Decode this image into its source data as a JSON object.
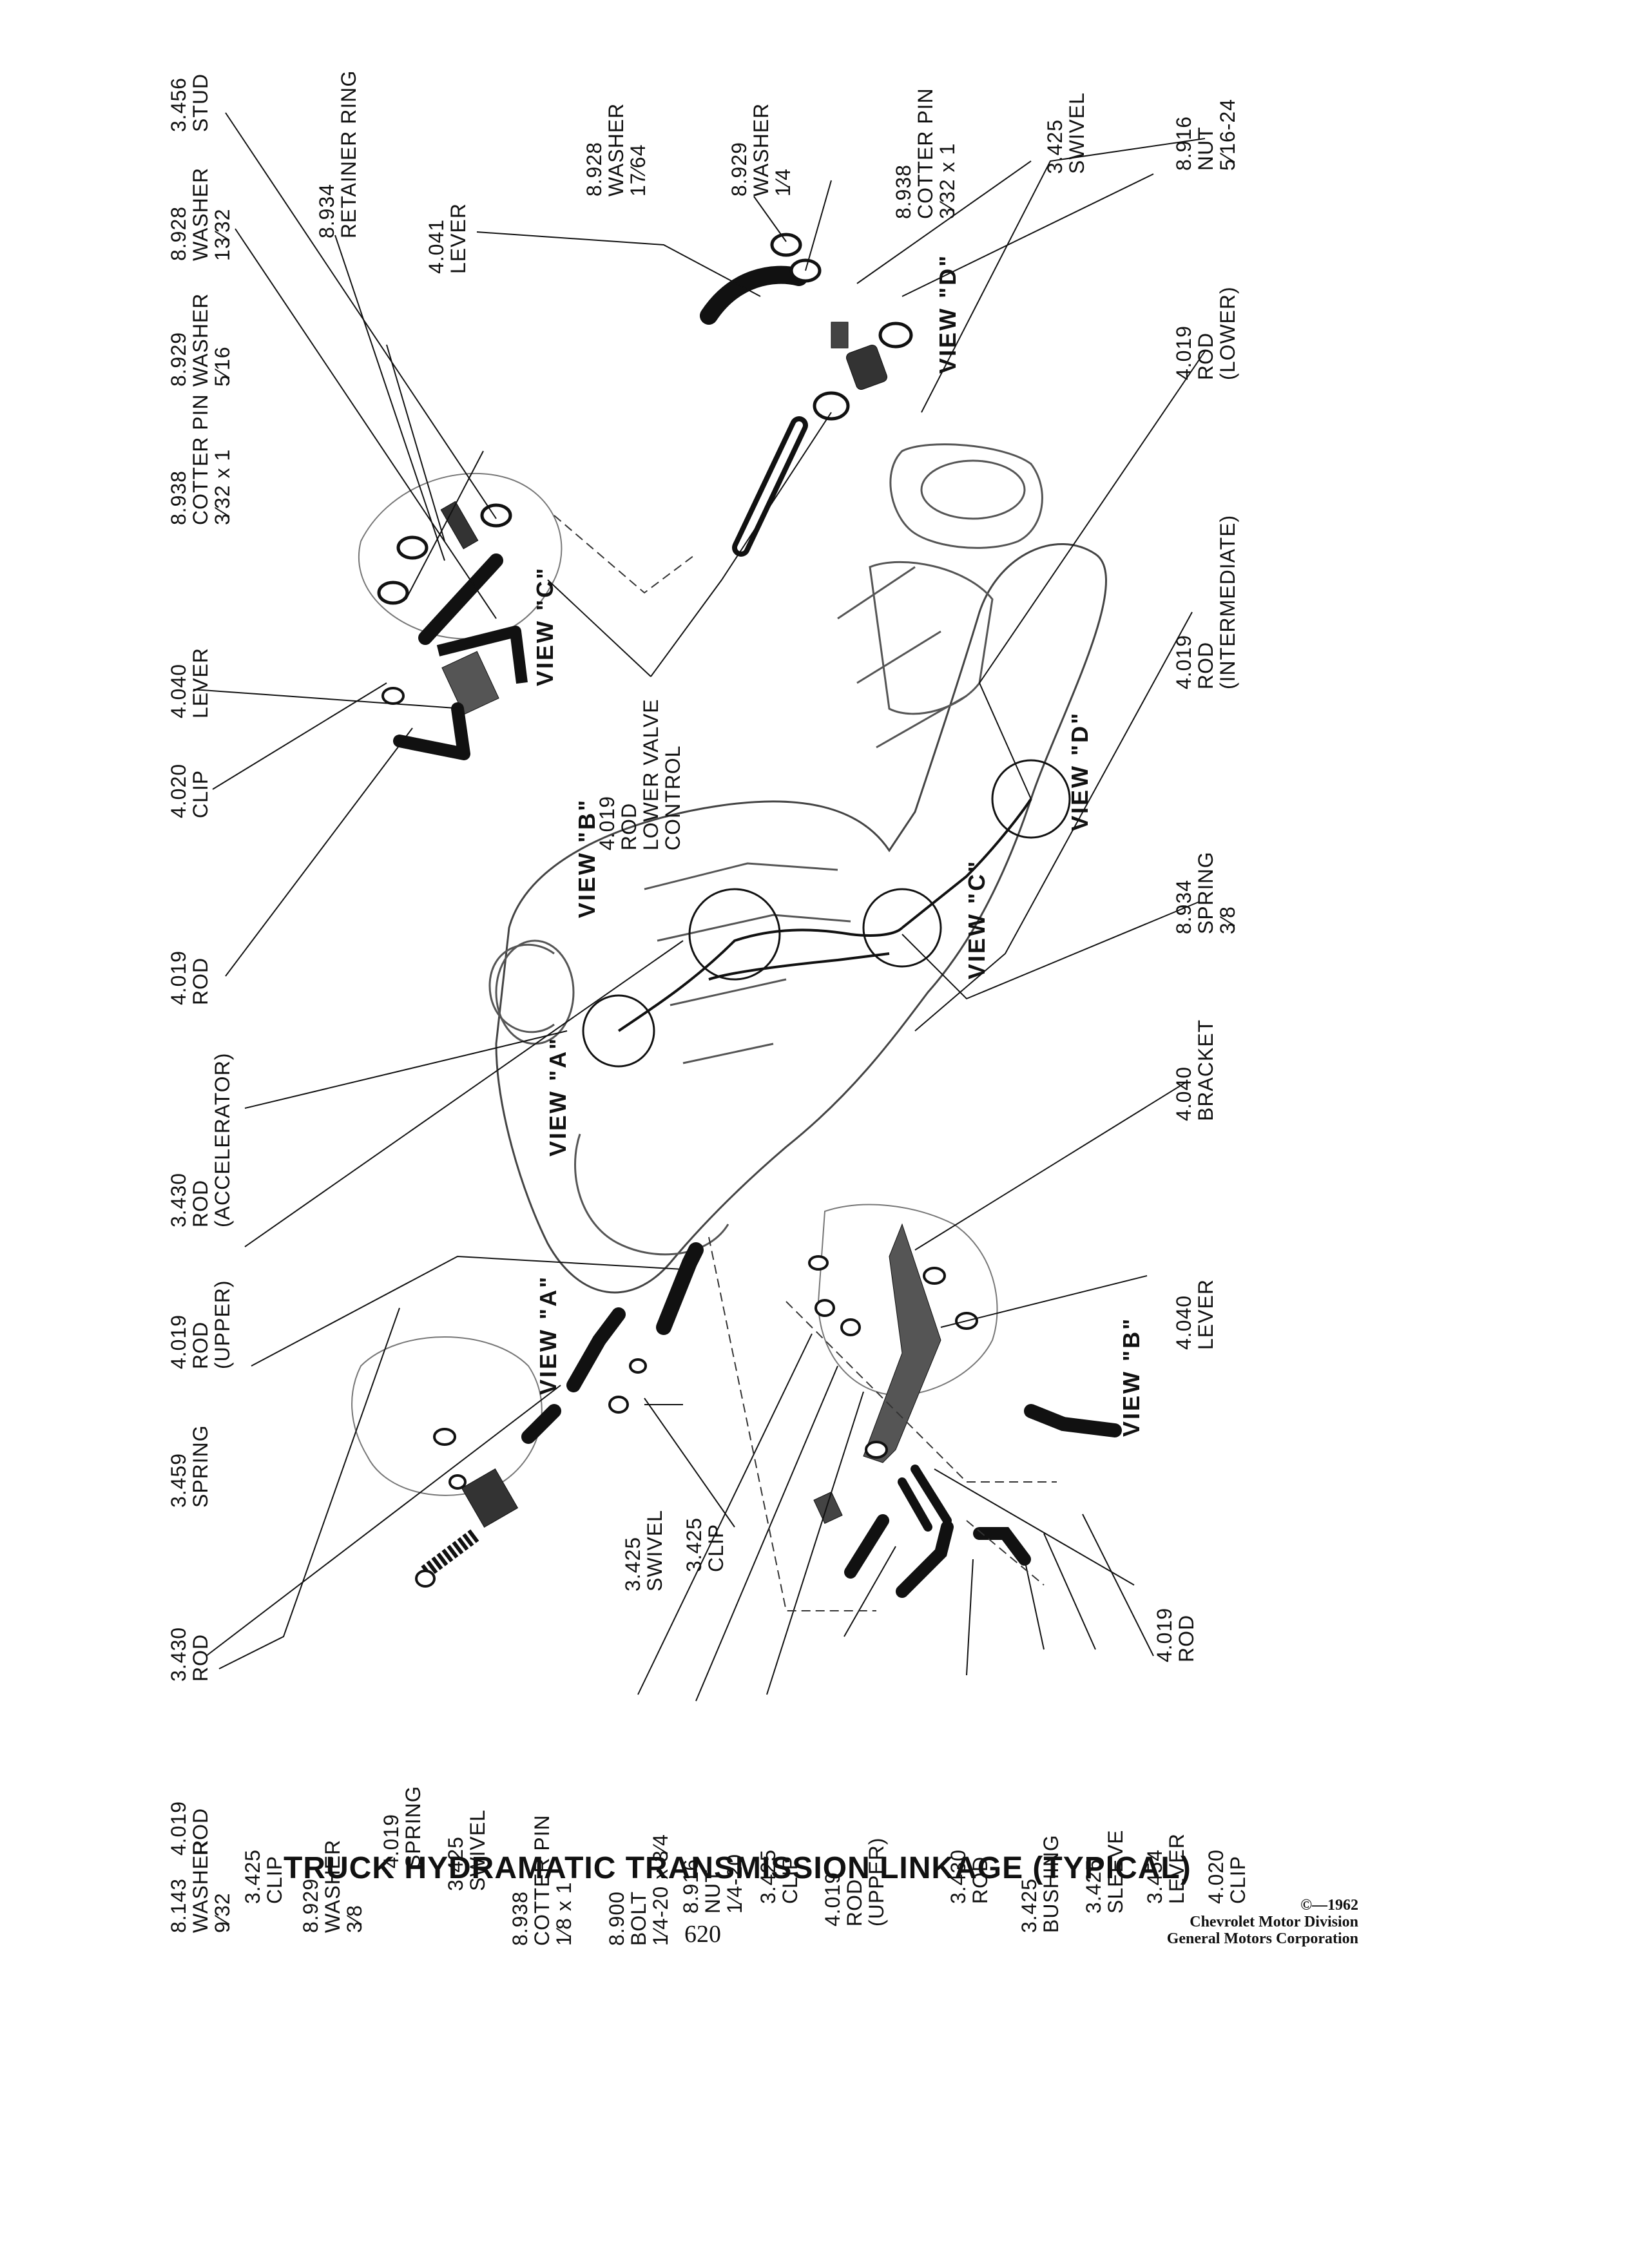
{
  "diagram": {
    "title": "TRUCK HYDRAMATIC TRANSMISSION LINKAGE (TYPICAL)",
    "page_number": "620",
    "credit": [
      "©—1962",
      "Chevrolet Motor Division",
      "General Motors Corporation"
    ],
    "views": [
      "VIEW \"A\"",
      "VIEW \"B\"",
      "VIEW \"C\"",
      "VIEW \"D\""
    ],
    "labels": [
      {
        "name": "label-3456-stud",
        "lines": [
          "3.456",
          "STUD"
        ]
      },
      {
        "name": "label-8928-washer-13-32",
        "lines": [
          "8.928",
          "WASHER",
          "13⁄32"
        ]
      },
      {
        "name": "label-8934-retainer-ring",
        "lines": [
          "8.934",
          "RETAINER RING"
        ]
      },
      {
        "name": "label-8929-washer-5-16",
        "lines": [
          "8.929",
          "WASHER",
          "5⁄16"
        ]
      },
      {
        "name": "label-8938-cotter-pin-top-left",
        "lines": [
          "8.938",
          "COTTER PIN",
          "3⁄32 x 1"
        ]
      },
      {
        "name": "label-4040-lever-top",
        "lines": [
          "4.040",
          "LEVER"
        ]
      },
      {
        "name": "label-4020-clip-top",
        "lines": [
          "4.020",
          "CLIP"
        ]
      },
      {
        "name": "label-4019-rod-mid",
        "lines": [
          "4.019",
          "ROD"
        ]
      },
      {
        "name": "label-3430-rod-accelerator",
        "lines": [
          "3.430",
          "ROD",
          "(ACCELERATOR)"
        ]
      },
      {
        "name": "label-4019-rod-upper-top",
        "lines": [
          "4.019",
          "ROD",
          "(UPPER)"
        ]
      },
      {
        "name": "label-3459-spring",
        "lines": [
          "3.459",
          "SPRING"
        ]
      },
      {
        "name": "label-3430-rod-top",
        "lines": [
          "3.430",
          "ROD"
        ]
      },
      {
        "name": "label-4019-rod-left",
        "lines": [
          "4.019",
          "ROD"
        ]
      },
      {
        "name": "label-4041-lever",
        "lines": [
          "4.041",
          "LEVER"
        ]
      },
      {
        "name": "label-8928-washer-17-64",
        "lines": [
          "8.928",
          "WASHER",
          "17⁄64"
        ]
      },
      {
        "name": "label-8929-washer-1-4",
        "lines": [
          "8.929",
          "WASHER",
          "1⁄4"
        ]
      },
      {
        "name": "label-8938-cotter-pin-top-right",
        "lines": [
          "8.938",
          "COTTER PIN",
          "3⁄32 x 1"
        ]
      },
      {
        "name": "label-3425-swivel-top",
        "lines": [
          "3.425",
          "SWIVEL"
        ]
      },
      {
        "name": "label-8916-nut-5-16-24",
        "lines": [
          "8.916",
          "NUT",
          "5⁄16-24"
        ]
      },
      {
        "name": "label-4019-rod-lower",
        "lines": [
          "4.019",
          "ROD",
          "(LOWER)"
        ]
      },
      {
        "name": "label-4019-rod-lower-valve-control",
        "lines": [
          "4.019",
          "ROD",
          "LOWER VALVE",
          "CONTROL"
        ]
      },
      {
        "name": "label-4019-rod-intermediate",
        "lines": [
          "4.019",
          "ROD",
          "(INTERMEDIATE)"
        ]
      },
      {
        "name": "label-8934-spring-3-8",
        "lines": [
          "8.934",
          "SPRING",
          "3⁄8"
        ]
      },
      {
        "name": "label-4040-bracket",
        "lines": [
          "4.040",
          "BRACKET"
        ]
      },
      {
        "name": "label-4040-lever-right",
        "lines": [
          "4.040",
          "LEVER"
        ]
      },
      {
        "name": "label-4019-rod-right",
        "lines": [
          "4.019",
          "ROD"
        ]
      },
      {
        "name": "label-3425-swivel-mid",
        "lines": [
          "3.425",
          "SWIVEL"
        ]
      },
      {
        "name": "label-3425-clip-mid",
        "lines": [
          "3.425",
          "CLIP"
        ]
      },
      {
        "name": "label-8143-washer",
        "lines": [
          "8.143",
          "WASHER",
          "9⁄32"
        ]
      },
      {
        "name": "label-3425-clip-bottom",
        "lines": [
          "3.425",
          "CLIP"
        ]
      },
      {
        "name": "label-8929-washer-3-8",
        "lines": [
          "8.929",
          "WASHER",
          "3⁄8"
        ]
      },
      {
        "name": "label-4019-spring",
        "lines": [
          "4.019",
          "SPRING"
        ]
      },
      {
        "name": "label-3425-swivel-bottom",
        "lines": [
          "3.425",
          "SWIVEL"
        ]
      },
      {
        "name": "label-8938-cotter-pin-bottom",
        "lines": [
          "8.938",
          "COTTER PIN",
          "1⁄8 x 1"
        ]
      },
      {
        "name": "label-8900-bolt",
        "lines": [
          "8.900",
          "BOLT",
          "1⁄4-20 x 3⁄4"
        ]
      },
      {
        "name": "label-8916-nut-1-4-20",
        "lines": [
          "8.916",
          "NUT",
          "1⁄4-20"
        ]
      },
      {
        "name": "label-3425-clip-bottom-2",
        "lines": [
          "3.425",
          "CLIP"
        ]
      },
      {
        "name": "label-4019-rod-upper-bottom",
        "lines": [
          "4.019",
          "ROD",
          "(UPPER)"
        ]
      },
      {
        "name": "label-3430-rod-bottom",
        "lines": [
          "3.430",
          "ROD"
        ]
      },
      {
        "name": "label-3425-bushing",
        "lines": [
          "3.425",
          "BUSHING"
        ]
      },
      {
        "name": "label-3425-sleeve",
        "lines": [
          "3.425",
          "SLEEVE"
        ]
      },
      {
        "name": "label-3454-lever",
        "lines": [
          "3.454",
          "LEVER"
        ]
      },
      {
        "name": "label-4020-clip-bottom",
        "lines": [
          "4.020",
          "CLIP"
        ]
      }
    ]
  }
}
